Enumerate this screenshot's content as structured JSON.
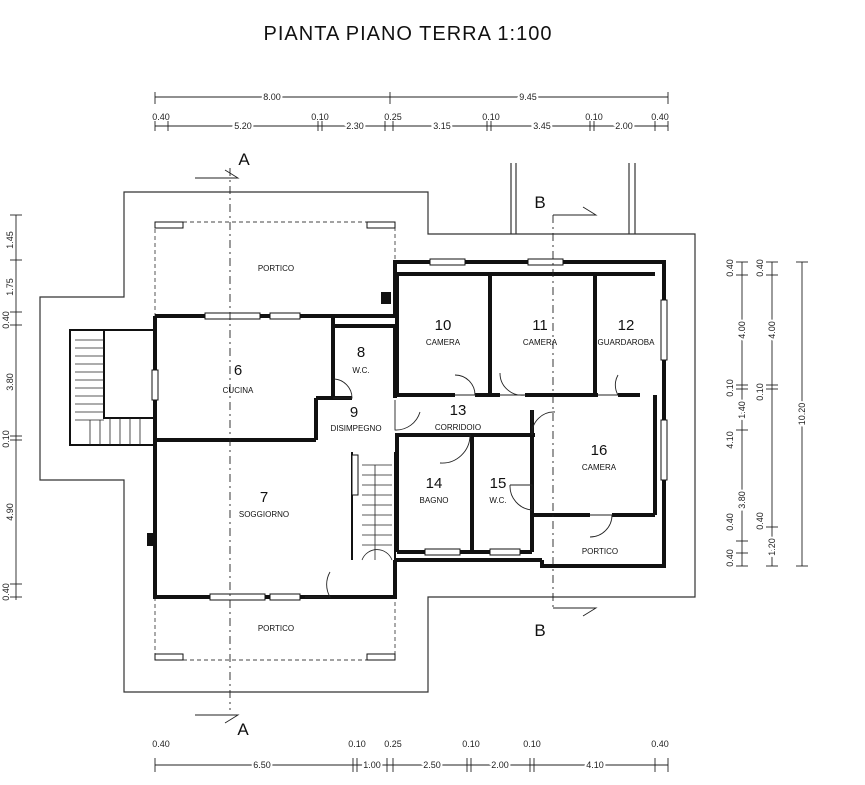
{
  "title": "PIANTA  PIANO  TERRA    1:100",
  "dims_top": {
    "overall": [
      "8.00",
      "9.45"
    ],
    "detail": [
      "0.40",
      "5.20",
      "0.10",
      "2.30",
      "0.25",
      "3.15",
      "0.10",
      "3.45",
      "0.10",
      "2.00",
      "0.40"
    ]
  },
  "dims_bottom": {
    "upper": [
      "0.40",
      "0.10",
      "0.25",
      "0.10",
      "0.10",
      "0.40"
    ],
    "lower": [
      "6.50",
      "1.00",
      "2.50",
      "2.00",
      "4.10"
    ]
  },
  "dims_left": [
    "1.45",
    "1.75",
    "0.40",
    "3.80",
    "0.10",
    "4.90",
    "0.40"
  ],
  "dims_right_inner": [
    "0.40",
    "4.00",
    "0.10",
    "1.40",
    "4.10",
    "3.80",
    "0.40",
    "0.40"
  ],
  "dims_right_mid": [
    "0.40",
    "4.00",
    "0.10",
    "0.40",
    "1.20"
  ],
  "dims_right_total": "10.20",
  "sections": {
    "a": "A",
    "b": "B"
  },
  "rooms": [
    {
      "num": "",
      "name": "PORTICO"
    },
    {
      "num": "6",
      "name": "CUCINA"
    },
    {
      "num": "8",
      "name": "W.C."
    },
    {
      "num": "9",
      "name": "DISIMPEGNO"
    },
    {
      "num": "10",
      "name": "CAMERA"
    },
    {
      "num": "11",
      "name": "CAMERA"
    },
    {
      "num": "12",
      "name": "GUARDAROBA"
    },
    {
      "num": "13",
      "name": "CORRIDOIO"
    },
    {
      "num": "7",
      "name": "SOGGIORNO"
    },
    {
      "num": "14",
      "name": "BAGNO"
    },
    {
      "num": "15",
      "name": "W.C."
    },
    {
      "num": "16",
      "name": "CAMERA"
    },
    {
      "num": "",
      "name": "PORTICO"
    },
    {
      "num": "",
      "name": "PORTICO"
    }
  ]
}
